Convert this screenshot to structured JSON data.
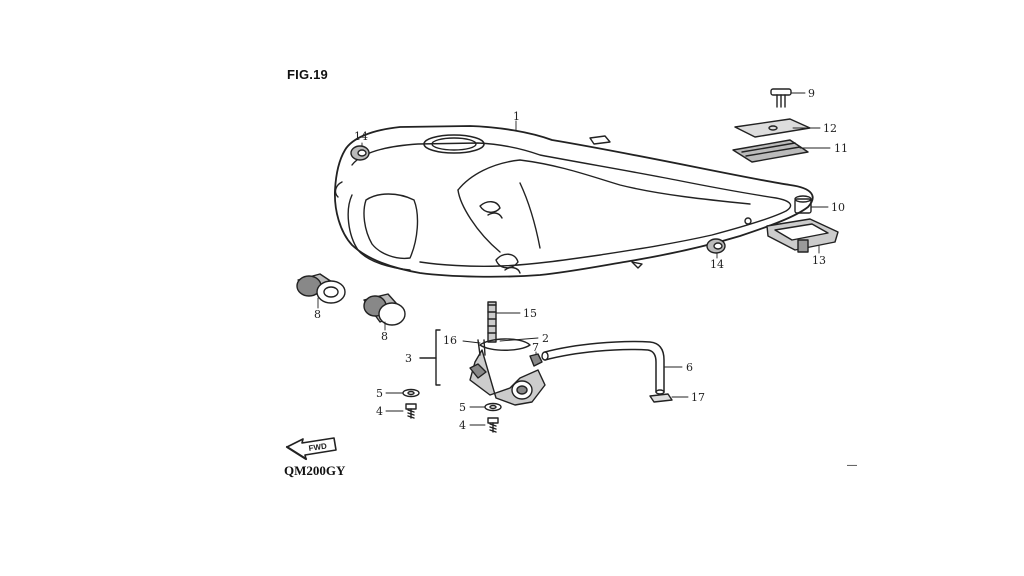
{
  "figure": {
    "title": "FIG.19",
    "model": "QM200GY",
    "page_mark": "—",
    "fwd_arrow_text": "FWD"
  },
  "callouts": {
    "c1": "1",
    "c2": "2",
    "c3": "3",
    "c4a": "4",
    "c4b": "4",
    "c5a": "5",
    "c5b": "5",
    "c6": "6",
    "c7": "7",
    "c8a": "8",
    "c8b": "8",
    "c9": "9",
    "c10": "10",
    "c11": "11",
    "c12": "12",
    "c13": "13",
    "c14a": "14",
    "c14b": "14",
    "c15": "15",
    "c16": "16",
    "c17": "17"
  },
  "colors": {
    "line": "#222222",
    "fill": "#ffffff",
    "shade": "#bbbbbb"
  }
}
